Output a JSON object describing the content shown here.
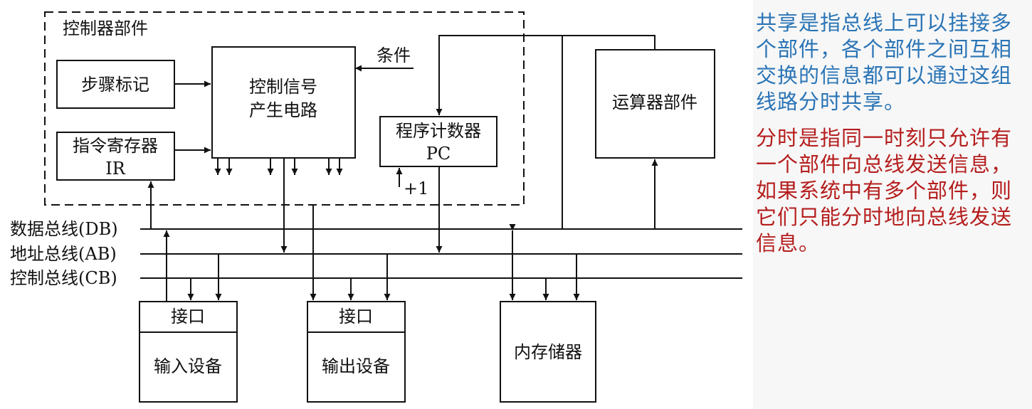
{
  "diagram": {
    "controller_group_label": "控制器部件",
    "step_counter": "步骤标记",
    "control_circuit_line1": "控制信号",
    "control_circuit_line2": "产生电路",
    "condition": "条件",
    "instruction_register_line1": "指令寄存器",
    "instruction_register_line2": "IR",
    "program_counter_line1": "程序计数器",
    "program_counter_line2": "PC",
    "increment": "+1",
    "alu": "运算器部件",
    "data_bus": "数据总线(DB)",
    "address_bus": "地址总线(AB)",
    "control_bus": "控制总线(CB)",
    "input_interface": "接口",
    "input_device": "输入设备",
    "output_interface": "接口",
    "output_device": "输出设备",
    "memory": "内存储器"
  },
  "explanation": {
    "sharing": "共享是指总线上可以挂接多个部件，各个部件之间互相交换的信息都可以通过这组线路分时共享。",
    "time_sharing": "分时是指同一时刻只允许有一个部件向总线发送信息，如果系统中有多个部件，则它们只能分时地向总线发送信息。"
  },
  "colors": {
    "sharing_text": "#2a74b6",
    "time_sharing_text": "#b51d1d"
  }
}
